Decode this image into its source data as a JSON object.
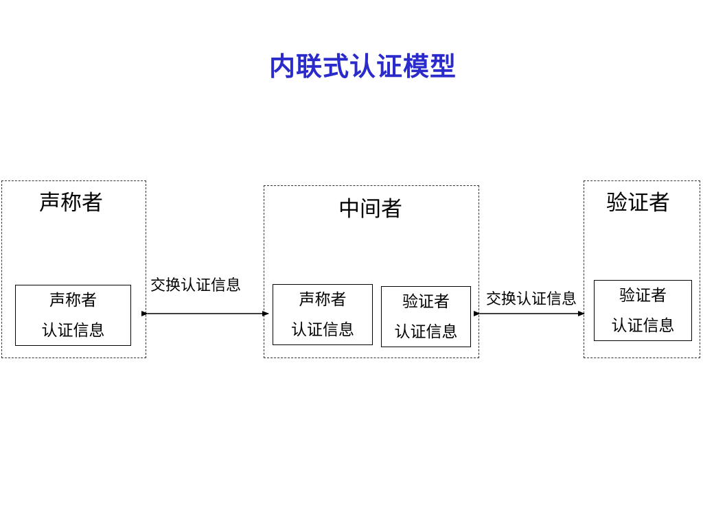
{
  "title": "内联式认证模型",
  "claimant": {
    "title": "声称者",
    "info_line1": "声称者",
    "info_line2": "认证信息"
  },
  "intermediary": {
    "title": "中间者",
    "claimant_info_line1": "声称者",
    "claimant_info_line2": "认证信息",
    "verifier_info_line1": "验证者",
    "verifier_info_line2": "认证信息"
  },
  "verifier": {
    "title": "验证者",
    "info_line1": "验证者",
    "info_line2": "认证信息"
  },
  "exchange_left_label": "交换认证信息",
  "exchange_right_label": "交换认证信息"
}
